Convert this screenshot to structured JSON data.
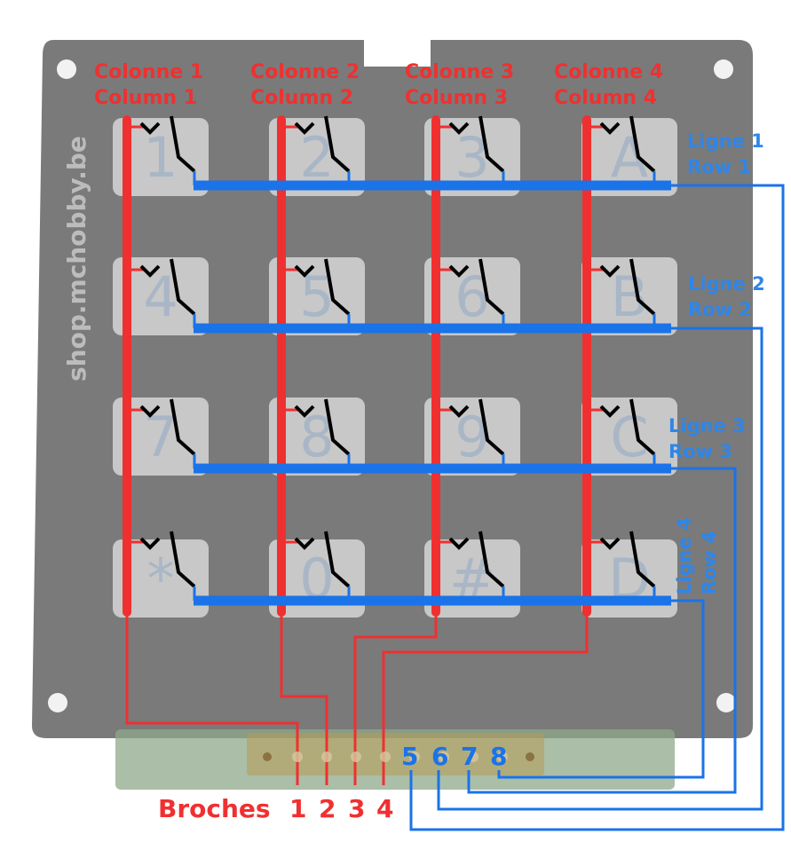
{
  "watermark": "shop.mchobby.be",
  "columns": [
    {
      "fr": "Colonne 1",
      "en": "Column 1"
    },
    {
      "fr": "Colonne 2",
      "en": "Column 2"
    },
    {
      "fr": "Colonne 3",
      "en": "Column 3"
    },
    {
      "fr": "Colonne 4",
      "en": "Column 4"
    }
  ],
  "rows": [
    {
      "fr": "Ligne 1",
      "en": "Row 1"
    },
    {
      "fr": "Ligne 2",
      "en": "Row 2"
    },
    {
      "fr": "Ligne 3",
      "en": "Row 3"
    },
    {
      "fr": "Ligne 4",
      "en": "Row 4"
    }
  ],
  "keys": [
    [
      "1",
      "2",
      "3",
      "A"
    ],
    [
      "4",
      "5",
      "6",
      "B"
    ],
    [
      "7",
      "8",
      "9",
      "C"
    ],
    [
      "*",
      "0",
      "#",
      "D"
    ]
  ],
  "pins": {
    "label": "Broches",
    "column_pins": [
      "1",
      "2",
      "3",
      "4"
    ],
    "row_pins": [
      "5",
      "6",
      "7",
      "8"
    ]
  },
  "colors": {
    "column_wire": "#f03030",
    "row_wire": "#1a73e8",
    "row_label": "#2f86e8",
    "keypad_body": "#474747",
    "key_face": "#d6d6d6"
  }
}
